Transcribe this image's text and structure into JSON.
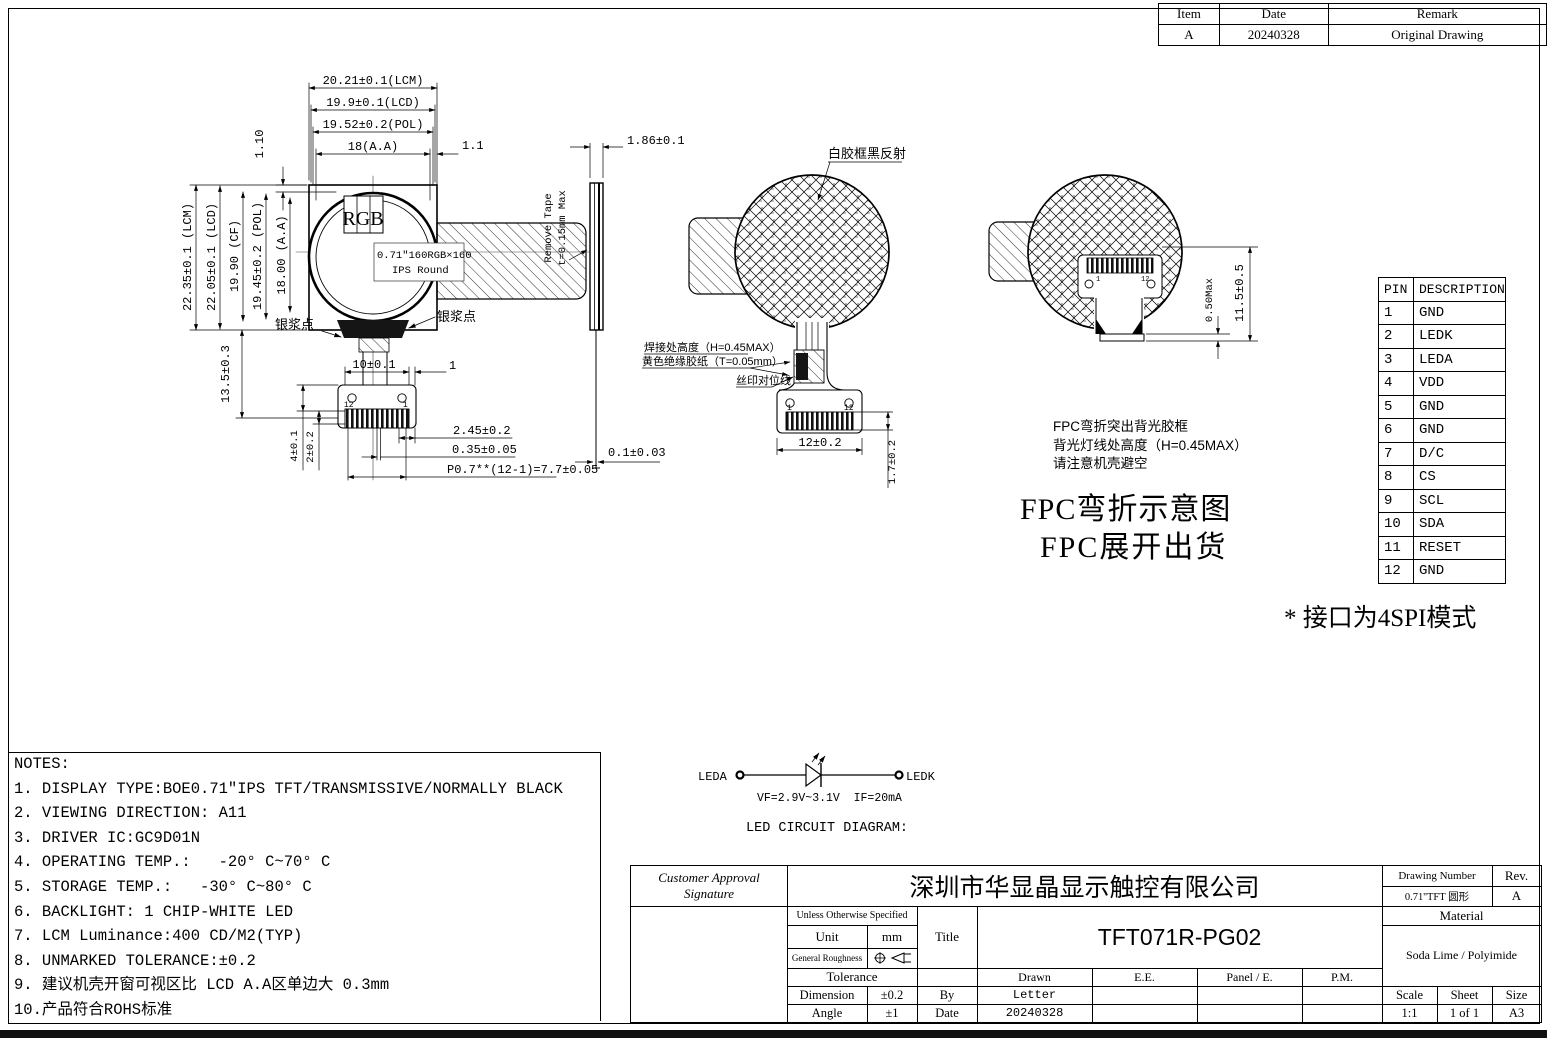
{
  "revision_table": {
    "col_item": "Item",
    "col_date": "Date",
    "col_remark": "Remark",
    "rows": [
      {
        "item": "A",
        "date": "20240328",
        "remark": "Original Drawing"
      }
    ]
  },
  "front_view": {
    "dim_lcm_w": "20.21±0.1(LCM)",
    "dim_lcd_w": "19.9±0.1(LCD)",
    "dim_pol_w": "19.52±0.2(POL)",
    "dim_aa_w": "18(A.A)",
    "dim_gap_right": "1.1",
    "dim_gap_top": "1.10",
    "dim_lcm_h": "22.35±0.1 (LCM)",
    "dim_lcd_h": "22.05±0.1 (LCD)",
    "dim_cf_h": "19.90 (CF)",
    "dim_pol_h": "19.45±0.2 (POL)",
    "dim_aa_h": "18.00 (A.A)",
    "dim_fpc": "13.5±0.3",
    "dim_4": "4±0.1",
    "dim_2": "2±0.2",
    "dim_10": "10±0.1",
    "dim_1": "1",
    "dim_245": "2.45±0.2",
    "dim_035": "0.35±0.05",
    "dim_pitch": "P0.7**(12-1)=7.7±0.05",
    "rgb": "RGB",
    "panel_line1": "0.71″160RGB×160",
    "panel_line2": "IPS Round",
    "silver_left": "银浆点",
    "silver_right": "银浆点",
    "pin_left": "12",
    "pin_right": "1"
  },
  "side_view": {
    "dim_thickness": "1.86±0.1",
    "tape_line1": "Remove Tape",
    "tape_line2": "t=0.15mm Max",
    "dim_bottom": "0.1±0.03"
  },
  "unfolded_view": {
    "label_reflect": "白胶框黑反射",
    "note_solder": "焊接处高度（H=0.45MAX）",
    "note_tape": "黄色绝缘胶纸（T=0.05mm）",
    "note_silk": "丝印对位线",
    "dim_width": "12±0.2",
    "dim_height": "1.7±0.2",
    "pin_left": "1",
    "pin_right": "12"
  },
  "folded_view": {
    "dim_gap": "0.50Max",
    "dim_height": "11.5±0.5",
    "pin_left": "1",
    "pin_right": "12"
  },
  "fpc_note": {
    "line1": "FPC弯折突出背光胶框",
    "line2": "背光灯线处高度（H=0.45MAX）",
    "line3": "请注意机壳避空",
    "title1": "FPC弯折示意图",
    "title2": "FPC展开出货"
  },
  "pin_table": {
    "col_pin": "PIN",
    "col_desc": "DESCRIPTION",
    "rows": [
      [
        "1",
        "GND"
      ],
      [
        "2",
        "LEDK"
      ],
      [
        "3",
        "LEDA"
      ],
      [
        "4",
        "VDD"
      ],
      [
        "5",
        "GND"
      ],
      [
        "6",
        "GND"
      ],
      [
        "7",
        "D/C"
      ],
      [
        "8",
        "CS"
      ],
      [
        "9",
        "SCL"
      ],
      [
        "10",
        "SDA"
      ],
      [
        "11",
        "RESET"
      ],
      [
        "12",
        "GND"
      ]
    ]
  },
  "interface_note": {
    "text": "* 接口为4SPI模式"
  },
  "notes": {
    "title": "NOTES:",
    "items": [
      "1. DISPLAY TYPE:BOE0.71″IPS TFT/TRANSMISSIVE/NORMALLY BLACK",
      "2. VIEWING DIRECTION: A11",
      "3. DRIVER IC:GC9D01N",
      "4. OPERATING TEMP.:   -20° C~70° C",
      "5. STORAGE TEMP.:   -30° C~80° C",
      "6. BACKLIGHT: 1 CHIP-WHITE LED",
      "7. LCM Luminance:400 CD/M2(TYP)",
      "8. UNMARKED TOLERANCE:±0.2",
      "9. 建议机壳开窗可视区比 LCD A.A区单边大 0.3mm",
      "10.产品符合ROHS标准"
    ]
  },
  "led_circuit": {
    "label_leda": "LEDA",
    "label_ledk": "LEDK",
    "spec": "VF=2.9V~3.1V  IF=20mA",
    "caption": "LED CIRCUIT DIAGRAM:"
  },
  "title_block": {
    "customer_line1": "Customer Approval",
    "customer_line2": "Signature",
    "company": "深圳市华显晶显示触控有限公司",
    "unless": "Unless Otherwise Specified",
    "unit_label": "Unit",
    "unit_value": "mm",
    "roughness_label": "General Roughness",
    "tolerance_label": "Tolerance",
    "dimension_label": "Dimension",
    "dimension_value": "±0.2",
    "angle_label": "Angle",
    "angle_value": "±1",
    "title_label": "Title",
    "title_value": "TFT071R-PG02",
    "drawn_label": "Drawn",
    "ee_label": "E.E.",
    "panel_label": "Panel / E.",
    "pm_label": "P.M.",
    "by_label": "By",
    "by_value": "Letter",
    "date_label": "Date",
    "date_value": "20240328",
    "drawing_number_label": "Drawing Number",
    "drawing_number_value": "0.71''TFT 圆形",
    "rev_label": "Rev.",
    "rev_value": "A",
    "material_label": "Material",
    "material_value": "Soda Lime / Polyimide",
    "scale_label": "Scale",
    "scale_value": "1:1",
    "sheet_label": "Sheet",
    "sheet_value": "1 of 1",
    "size_label": "Size",
    "size_value": "A3"
  }
}
